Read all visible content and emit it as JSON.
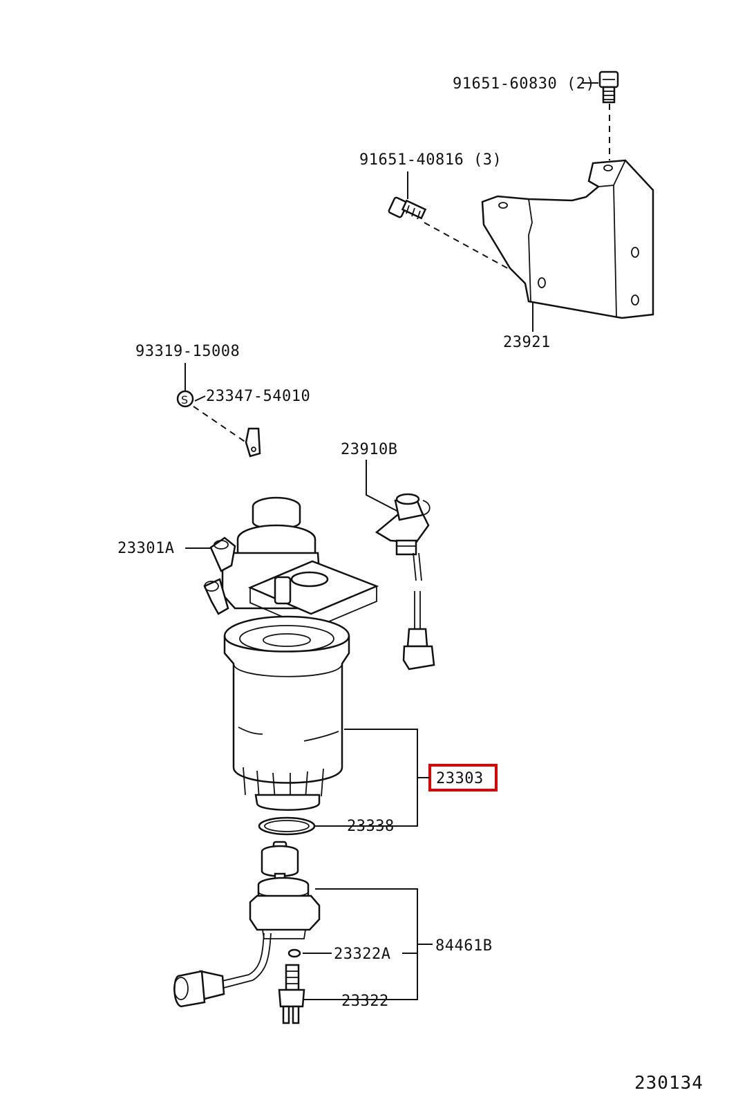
{
  "diagram": {
    "corner_code": "230134",
    "highlight_color": "#e00000",
    "parts": [
      {
        "id": "p1",
        "number": "91651-60830",
        "qty": "(2)"
      },
      {
        "id": "p2",
        "number": "91651-40816",
        "qty": "(3)"
      },
      {
        "id": "p3",
        "number": "23921",
        "qty": ""
      },
      {
        "id": "p4",
        "number": "93319-15008",
        "qty": ""
      },
      {
        "id": "p5",
        "number": "23347-54010",
        "qty": ""
      },
      {
        "id": "p6",
        "number": "23910B",
        "qty": ""
      },
      {
        "id": "p7",
        "number": "23301A",
        "qty": ""
      },
      {
        "id": "p8",
        "number": "23303",
        "qty": "",
        "highlighted": true
      },
      {
        "id": "p9",
        "number": "23338",
        "qty": ""
      },
      {
        "id": "p10",
        "number": "23322A",
        "qty": ""
      },
      {
        "id": "p11",
        "number": "84461B",
        "qty": ""
      },
      {
        "id": "p12",
        "number": "23322",
        "qty": ""
      }
    ],
    "symbols": {
      "s_mark": "S"
    }
  }
}
